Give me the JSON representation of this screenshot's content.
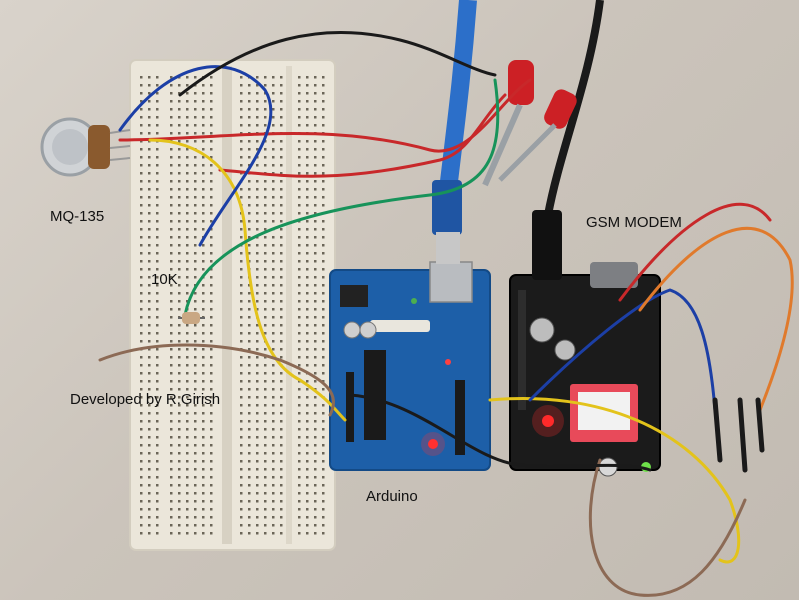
{
  "photo": {
    "labels": {
      "sensor": "MQ-135",
      "resistor": "10K",
      "credit": "Developed by R.Girish",
      "board": "Arduino",
      "modem": "GSM MODEM"
    },
    "colors": {
      "background": "#cbc4bb",
      "breadboard": "#ece7dc",
      "arduino": "#1d5fa8",
      "gsm_board": "#1b1b1b",
      "wire_red": "#c8282a",
      "wire_yellow": "#e3c31b",
      "wire_green": "#17935a",
      "wire_blue": "#1c3fa6",
      "wire_brown": "#8c6a55",
      "wire_orange": "#e07a2c",
      "wire_black": "#1a1a1a",
      "usb_cable": "#2c6fc9"
    }
  }
}
